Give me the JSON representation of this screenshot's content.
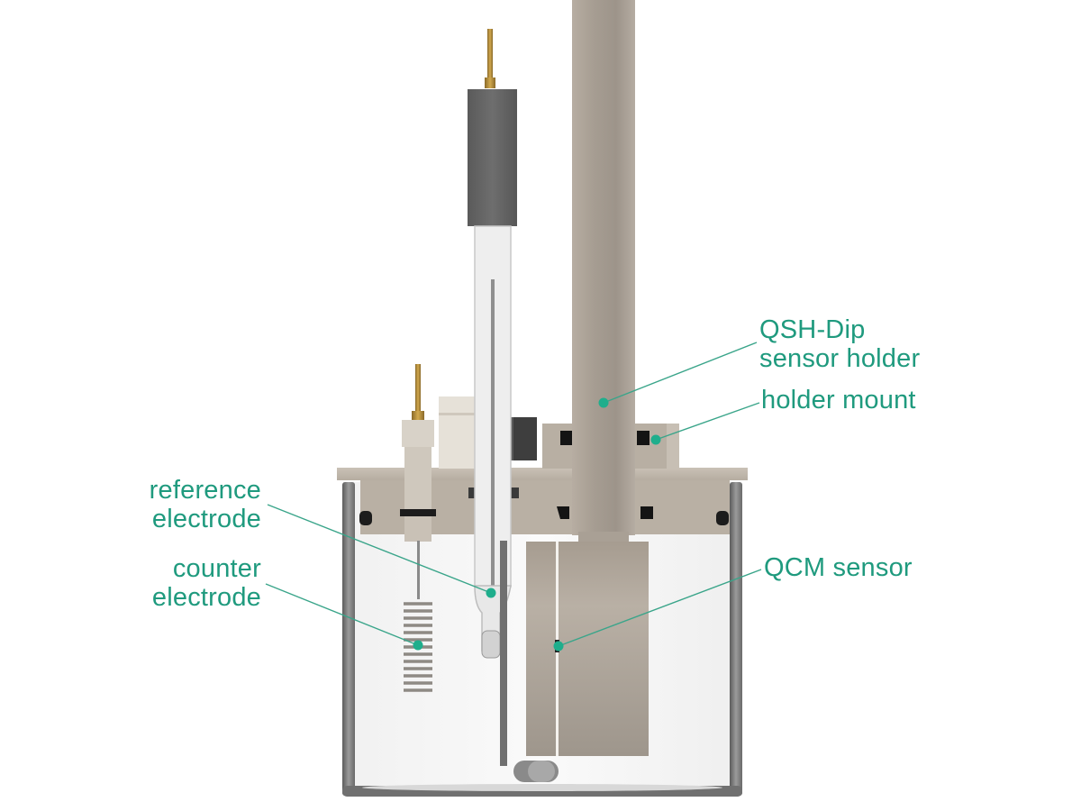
{
  "diagram": {
    "subject": "Electrochemical QCM dip cell cross-section",
    "accent_color": "#1f9a7e",
    "labels": [
      {
        "id": "qsh-dip",
        "line1": "QSH-Dip",
        "line2": "sensor holder"
      },
      {
        "id": "holder-mount",
        "line1": "holder mount"
      },
      {
        "id": "reference-electrode",
        "line1": "reference",
        "line2": "electrode"
      },
      {
        "id": "counter-electrode",
        "line1": "counter",
        "line2": "electrode"
      },
      {
        "id": "qcm-sensor",
        "line1": "QCM sensor"
      }
    ]
  }
}
